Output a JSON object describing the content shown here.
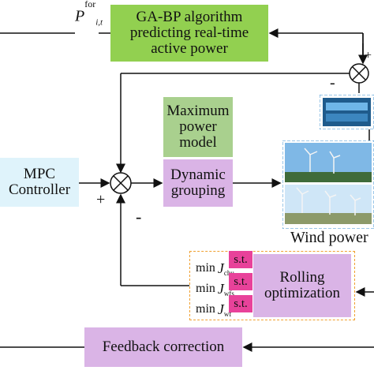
{
  "signal_label": {
    "main": "P",
    "sup": "for",
    "sub": "i,t"
  },
  "ga_bp": {
    "line1": "GA-BP algorithm",
    "line2": "predicting real-time",
    "line3": "active power"
  },
  "max_power_model": {
    "line1": "Maximum",
    "line2": "power",
    "line3": "model"
  },
  "dynamic_grouping": {
    "line1": "Dynamic",
    "line2": "grouping"
  },
  "mpc_controller": {
    "line1": "MPC",
    "line2": "Controller"
  },
  "wind_power_label": "Wind power",
  "rolling_optimization": {
    "line1": "Rolling",
    "line2": "optimization",
    "objectives": [
      {
        "min": "min",
        "J": "J",
        "sub": "chu",
        "st": "s.t."
      },
      {
        "min": "min",
        "J": "J",
        "sub": "wfs",
        "st": "s.t."
      },
      {
        "min": "min",
        "J": "J",
        "sub": "wf",
        "st": "s.t."
      }
    ]
  },
  "feedback_correction": "Feedback correction",
  "signs": {
    "top_plus": "+",
    "top_minus": "-",
    "mid_plus": "+",
    "mid_minus": "-"
  },
  "colors": {
    "green": "#92d050",
    "light_green": "#a9d08e",
    "purple": "#dab4e6",
    "light_blue": "#dff3fb",
    "magenta": "#e8429a",
    "dashed_border": "#f0a030"
  }
}
